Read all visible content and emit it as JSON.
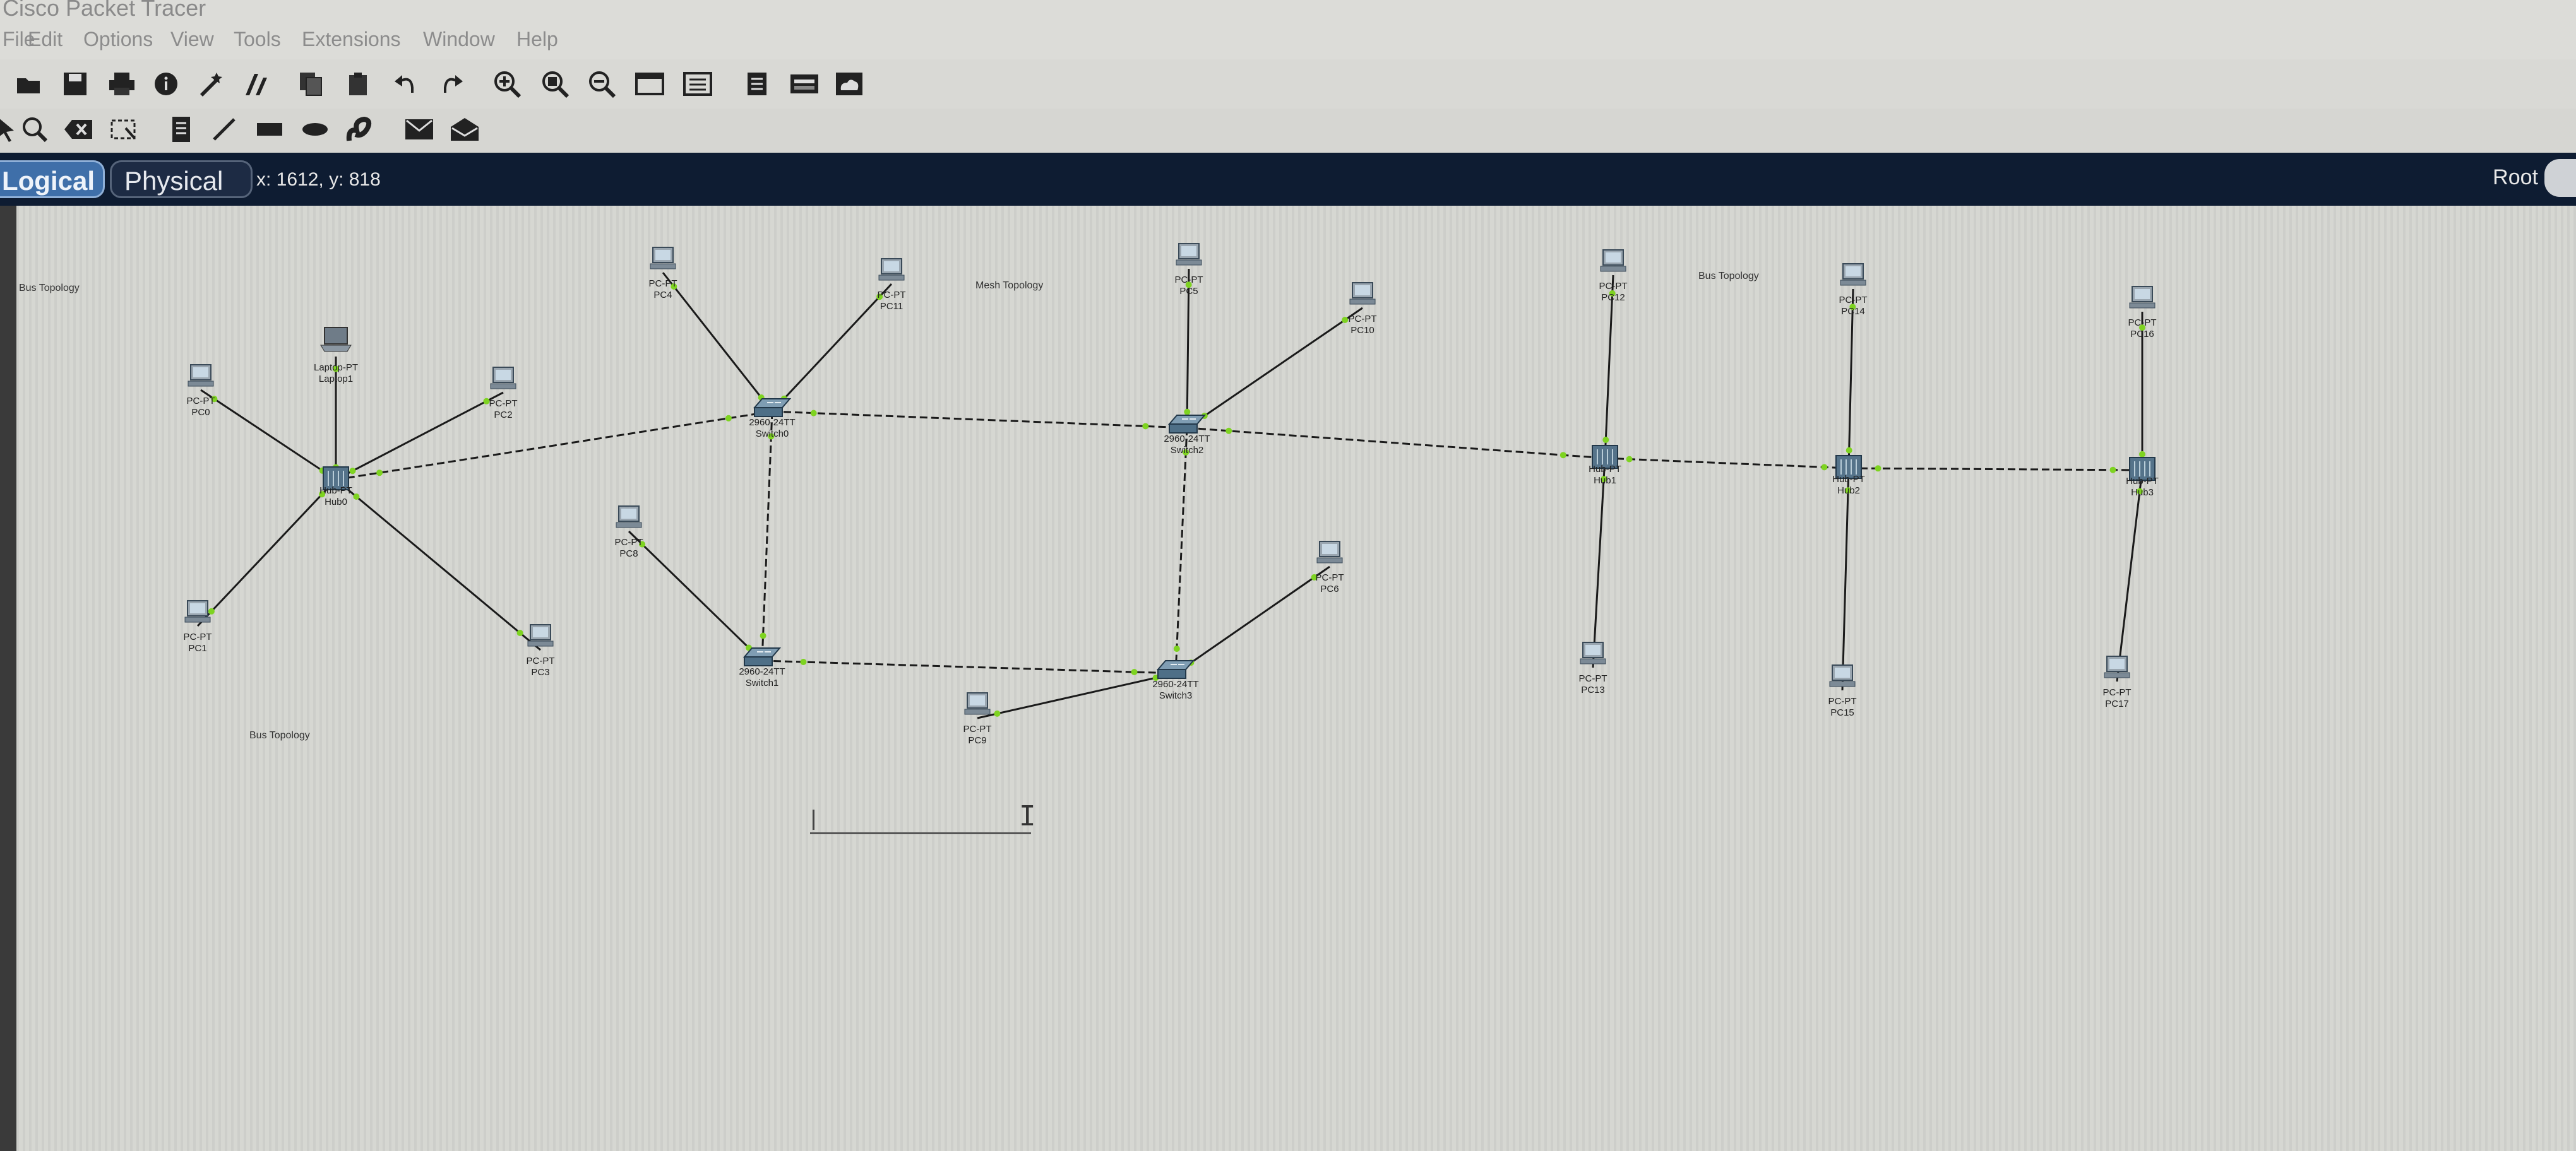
{
  "window": {
    "title": "Cisco Packet Tracer"
  },
  "menu": [
    "File",
    "Edit",
    "Options",
    "View",
    "Tools",
    "Extensions",
    "Window",
    "Help"
  ],
  "toolbar_main": [
    "new-icon",
    "open-icon",
    "save-icon",
    "print-icon",
    "info-icon",
    "wizard-icon",
    "network-info-icon",
    "copy-icon",
    "paste-icon",
    "undo-icon",
    "redo-icon",
    "zoom-in-icon",
    "zoom-reset-icon",
    "zoom-out-icon",
    "drawing-palette-icon",
    "custom-device-icon",
    "viewport-icon",
    "device-dialog-icon",
    "cloud-icon"
  ],
  "toolbar_tools": [
    "select-icon",
    "inspect-icon",
    "delete-icon",
    "resize-icon",
    "note-icon",
    "line-icon",
    "rectangle-icon",
    "ellipse-icon",
    "freeform-icon",
    "simple-pdu-icon",
    "complex-pdu-icon"
  ],
  "tabs": {
    "logical": "Logical",
    "physical": "Physical"
  },
  "coordinates": "x: 1612, y: 818",
  "root_label": "Root",
  "notes": {
    "bus_tl": "Bus Topology",
    "mesh": "Mesh Topology",
    "bus_tr": "Bus Topology",
    "bus_bl": "Bus Topology"
  },
  "devices": {
    "pc0": {
      "type": "PC-PT",
      "name": "PC0"
    },
    "laptop1": {
      "type": "Laptop-PT",
      "name": "Laptop1"
    },
    "pc2": {
      "type": "PC-PT",
      "name": "PC2"
    },
    "hub0": {
      "type": "Hub-PT",
      "name": "Hub0"
    },
    "pc1": {
      "type": "PC-PT",
      "name": "PC1"
    },
    "pc3": {
      "type": "PC-PT",
      "name": "PC3"
    },
    "pc4": {
      "type": "PC-PT",
      "name": "PC4"
    },
    "pc11": {
      "type": "PC-PT",
      "name": "PC11"
    },
    "switch0": {
      "type": "2960-24TT",
      "name": "Switch0"
    },
    "pc8": {
      "type": "PC-PT",
      "name": "PC8"
    },
    "switch1": {
      "type": "2960-24TT",
      "name": "Switch1"
    },
    "pc5": {
      "type": "PC-PT",
      "name": "PC5"
    },
    "pc10": {
      "type": "PC-PT",
      "name": "PC10"
    },
    "switch2": {
      "type": "2960-24TT",
      "name": "Switch2"
    },
    "pc6": {
      "type": "PC-PT",
      "name": "PC6"
    },
    "switch3": {
      "type": "2960-24TT",
      "name": "Switch3"
    },
    "pc9": {
      "type": "PC-PT",
      "name": "PC9"
    },
    "pc12": {
      "type": "PC-PT",
      "name": "PC12"
    },
    "hub1": {
      "type": "Hub-PT",
      "name": "Hub1"
    },
    "pc13": {
      "type": "PC-PT",
      "name": "PC13"
    },
    "pc14": {
      "type": "PC-PT",
      "name": "PC14"
    },
    "hub2": {
      "type": "Hub-PT",
      "name": "Hub2"
    },
    "pc15": {
      "type": "PC-PT",
      "name": "PC15"
    },
    "pc16": {
      "type": "PC-PT",
      "name": "PC16"
    },
    "hub3": {
      "type": "Hub-PT",
      "name": "Hub3"
    },
    "pc17": {
      "type": "PC-PT",
      "name": "PC17"
    }
  },
  "links": [
    {
      "from": "pc0",
      "to": "hub0",
      "cable": "straight"
    },
    {
      "from": "laptop1",
      "to": "hub0",
      "cable": "straight"
    },
    {
      "from": "pc2",
      "to": "hub0",
      "cable": "straight"
    },
    {
      "from": "pc1",
      "to": "hub0",
      "cable": "straight"
    },
    {
      "from": "pc3",
      "to": "hub0",
      "cable": "straight"
    },
    {
      "from": "hub0",
      "to": "switch0",
      "cable": "crossover"
    },
    {
      "from": "pc4",
      "to": "switch0",
      "cable": "straight"
    },
    {
      "from": "pc11",
      "to": "switch0",
      "cable": "straight"
    },
    {
      "from": "switch0",
      "to": "switch2",
      "cable": "crossover"
    },
    {
      "from": "switch0",
      "to": "switch1",
      "cable": "crossover"
    },
    {
      "from": "pc8",
      "to": "switch1",
      "cable": "straight"
    },
    {
      "from": "switch1",
      "to": "switch3",
      "cable": "crossover"
    },
    {
      "from": "pc5",
      "to": "switch2",
      "cable": "straight"
    },
    {
      "from": "pc10",
      "to": "switch2",
      "cable": "straight"
    },
    {
      "from": "switch2",
      "to": "switch3",
      "cable": "crossover"
    },
    {
      "from": "pc6",
      "to": "switch3",
      "cable": "straight"
    },
    {
      "from": "pc9",
      "to": "switch3",
      "cable": "straight"
    },
    {
      "from": "switch2",
      "to": "hub1",
      "cable": "crossover"
    },
    {
      "from": "pc12",
      "to": "hub1",
      "cable": "straight"
    },
    {
      "from": "pc13",
      "to": "hub1",
      "cable": "straight"
    },
    {
      "from": "hub1",
      "to": "hub2",
      "cable": "crossover"
    },
    {
      "from": "pc14",
      "to": "hub2",
      "cable": "straight"
    },
    {
      "from": "pc15",
      "to": "hub2",
      "cable": "straight"
    },
    {
      "from": "hub2",
      "to": "hub3",
      "cable": "crossover"
    },
    {
      "from": "pc16",
      "to": "hub3",
      "cable": "straight"
    },
    {
      "from": "pc17",
      "to": "hub3",
      "cable": "straight"
    }
  ],
  "colors": {
    "tabbar": "#0e1c32",
    "link_light": "#7ed321",
    "cable": "#1a1a1a"
  }
}
